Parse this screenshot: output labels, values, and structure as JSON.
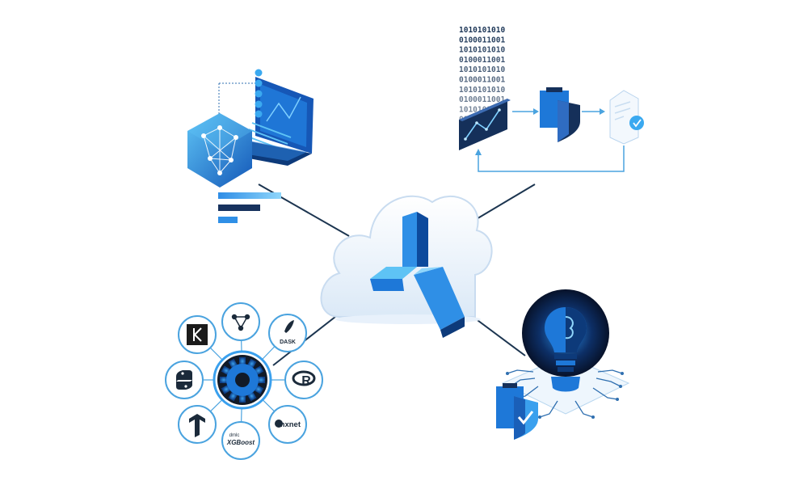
{
  "binary_column": [
    "1010101010",
    "0100011001",
    "1010101010",
    "0100011001",
    "1010101010",
    "0100011001",
    "1010101010",
    "0100011001",
    "1010101010",
    "0100011001"
  ],
  "frameworks": {
    "dask": "DASK",
    "xgboost_small": "dmlc",
    "xgboost": "XGBoost",
    "mxnet": "mxnet",
    "r": "R"
  },
  "colors": {
    "primary": "#1e78d8",
    "dark": "#15305a",
    "light": "#5ec3f5",
    "line": "#1c3550"
  },
  "icons": [
    "cloud-icon",
    "azure-ml-icon",
    "neural-network-hexagon-icon",
    "laptop-icon",
    "chart-panel-icon",
    "shield-icon",
    "certificate-icon",
    "lightbulb-icon",
    "circuit-board-icon",
    "gear-icon",
    "keras-icon",
    "python-icon",
    "tensorflow-icon",
    "network-graph-icon"
  ]
}
